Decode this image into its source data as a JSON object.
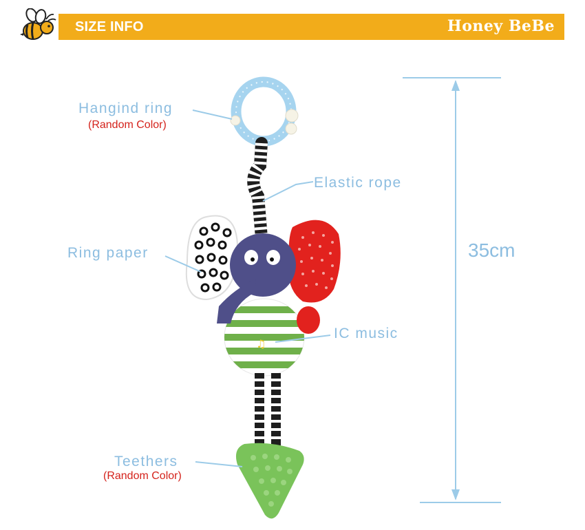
{
  "banner": {
    "title": "SIZE INFO",
    "brand": "Honey BeBe",
    "color": "#f2ac1a"
  },
  "labels": {
    "hanging_ring": "Hangind ring",
    "hanging_ring_note": "(Random Color)",
    "elastic_rope": "Elastic rope",
    "ring_paper": "Ring paper",
    "ic_music": "IC music",
    "teethers": "Teethers",
    "teethers_note": "(Random Color)"
  },
  "dimension": {
    "height": "35cm"
  },
  "colors": {
    "label": "#8cbde0",
    "note": "#d4221b",
    "line": "#9ccbe8"
  }
}
